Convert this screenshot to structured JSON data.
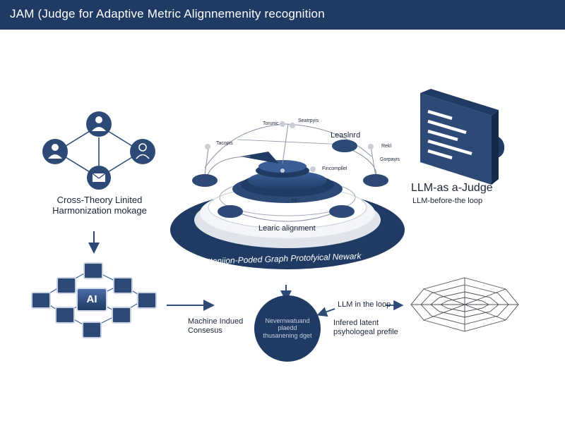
{
  "header": {
    "title": "JAM (Judge for Adaptive Metric Alignnemenity recognition"
  },
  "left_top": {
    "caption_line1": "Cross-Theory Linited",
    "caption_line2": "Harmonization mokage"
  },
  "center": {
    "ring_label": "Learic alignment",
    "base_label": "Atteniion-Poded Graph Protofyical Newark",
    "node_labels": [
      "Torunic",
      "Seatrpyis",
      "Tacopis",
      "Leaslnrd",
      "Rekl",
      "Fincompllel",
      "Gorpayis",
      "Fil"
    ]
  },
  "right_top": {
    "title": "LLM-as a-Judge",
    "subtitle": "LLM-before-the loop"
  },
  "left_bottom": {
    "ai_label": "AI"
  },
  "bottom_center": {
    "left_line1": "Machine Indued",
    "left_line2": "Consesus",
    "circle_line1": "Nevernwatuand",
    "circle_line2": "plaedd",
    "circle_line3": "thusanening dget"
  },
  "bottom_right": {
    "loop_label": "LLM in the loop",
    "profile_line1": "Infered latent",
    "profile_line2": "psyhologeal prefile"
  },
  "colors": {
    "navy": "#1f3a63",
    "mid_blue": "#3d5f96",
    "light_gray": "#e9ecf1",
    "line_gray": "#8a93a3"
  },
  "icons": [
    "user-icon",
    "mail-icon",
    "document-icon",
    "chip-icon",
    "radar-chart-icon"
  ]
}
